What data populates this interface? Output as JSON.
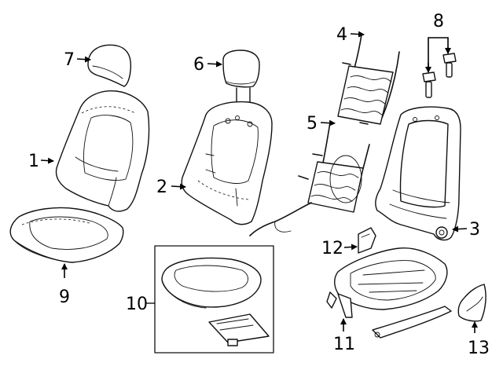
{
  "callouts": [
    {
      "id": "1",
      "text": "1",
      "part": "seat-back-cover"
    },
    {
      "id": "2",
      "text": "2",
      "part": "seat-back-pad"
    },
    {
      "id": "3",
      "text": "3",
      "part": "seat-back-frame"
    },
    {
      "id": "4",
      "text": "4",
      "part": "back-spring-mat"
    },
    {
      "id": "5",
      "text": "5",
      "part": "lumbar-support"
    },
    {
      "id": "6",
      "text": "6",
      "part": "headrest-with-posts"
    },
    {
      "id": "7",
      "text": "7",
      "part": "headrest-cover"
    },
    {
      "id": "8",
      "text": "8",
      "part": "headrest-guides"
    },
    {
      "id": "9",
      "text": "9",
      "part": "cushion-cover"
    },
    {
      "id": "10",
      "text": "10",
      "part": "cushion-pad-kit"
    },
    {
      "id": "11",
      "text": "11",
      "part": "seat-track-assembly"
    },
    {
      "id": "12",
      "text": "12",
      "part": "track-cover"
    },
    {
      "id": "13",
      "text": "13",
      "part": "outer-trim-shield"
    }
  ]
}
